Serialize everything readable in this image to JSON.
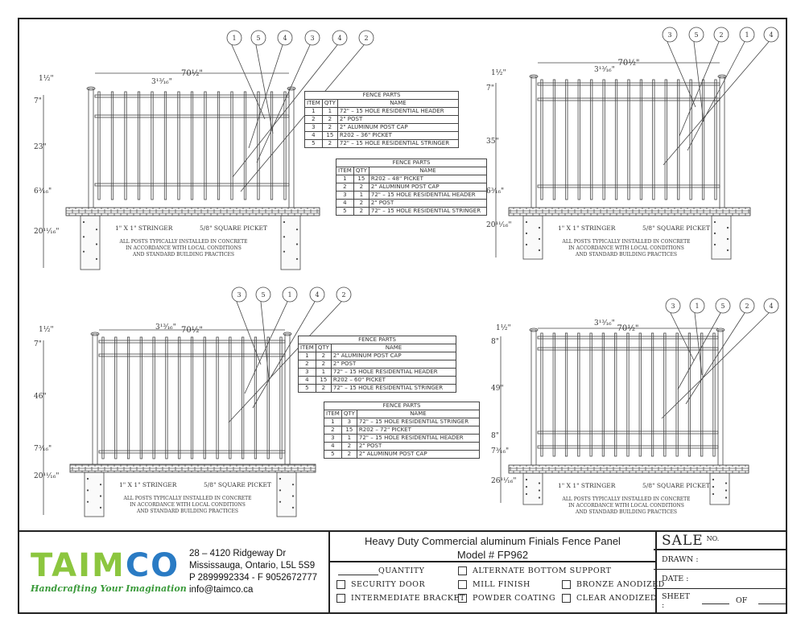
{
  "drawings": [
    {
      "id": "tl",
      "balloons": [
        "1",
        "5",
        "4",
        "3",
        "4",
        "2"
      ],
      "width_dim": "70½\"",
      "spacing_dim": "3¹³⁄₁₆\"",
      "post_dim": "1½\"",
      "heights": [
        "7\"",
        "23\"",
        "6³⁄₁₆\"",
        "20¹¹⁄₁₆\""
      ],
      "stringer_note": "1\" X 1\" STRINGER",
      "picket_note": "5/8\" SQUARE PICKET",
      "concrete_note": [
        "ALL POSTS TYPICALLY INSTALLED IN CONCRETE",
        "IN ACCORDANCE WITH LOCAL CONDITIONS",
        "AND STANDARD BUILDING PRACTICES"
      ]
    },
    {
      "id": "tr",
      "balloons": [
        "3",
        "5",
        "2",
        "1",
        "4"
      ],
      "width_dim": "70½\"",
      "spacing_dim": "3¹³⁄₁₆\"",
      "post_dim": "1½\"",
      "heights": [
        "7\"",
        "35\"",
        "6³⁄₁₆\"",
        "20¹¹⁄₁₆\""
      ],
      "stringer_note": "1\" X 1\" STRINGER",
      "picket_note": "5/8\" SQUARE PICKET",
      "concrete_note": [
        "ALL POSTS TYPICALLY INSTALLED IN CONCRETE",
        "IN ACCORDANCE WITH LOCAL CONDITIONS",
        "AND STANDARD BUILDING PRACTICES"
      ]
    },
    {
      "id": "bl",
      "balloons": [
        "3",
        "5",
        "1",
        "4",
        "2"
      ],
      "width_dim": "70½\"",
      "spacing_dim": "3¹³⁄₁₆\"",
      "post_dim": "1½\"",
      "heights": [
        "7\"",
        "46\"",
        "7³⁄₁₆\"",
        "20¹¹⁄₁₆\""
      ],
      "stringer_note": "1\" X 1\" STRINGER",
      "picket_note": "5/8\" SQUARE PICKET",
      "concrete_note": [
        "ALL POSTS TYPICALLY INSTALLED IN CONCRETE",
        "IN ACCORDANCE WITH LOCAL CONDITIONS",
        "AND STANDARD BUILDING PRACTICES"
      ]
    },
    {
      "id": "br",
      "balloons": [
        "3",
        "1",
        "5",
        "2",
        "4"
      ],
      "width_dim": "70½\"",
      "spacing_dim": "3¹³⁄₁₆\"",
      "post_dim": "1½\"",
      "heights": [
        "8\"",
        "49\"",
        "8\"",
        "7³⁄₁₆\"",
        "26¹¹⁄₁₆\""
      ],
      "stringer_note": "1\" X 1\" STRINGER",
      "picket_note": "5/8\" SQUARE PICKET",
      "concrete_note": [
        "ALL POSTS TYPICALLY INSTALLED IN CONCRETE",
        "IN ACCORDANCE WITH LOCAL CONDITIONS",
        "AND STANDARD BUILDING PRACTICES"
      ]
    }
  ],
  "tables": [
    {
      "caption": "FENCE PARTS",
      "headers": [
        "ITEM",
        "QTY",
        "NAME"
      ],
      "rows": [
        [
          "1",
          "1",
          "72\" – 15 HOLE RESIDENTIAL HEADER"
        ],
        [
          "2",
          "2",
          "2\" POST"
        ],
        [
          "3",
          "2",
          "2\" ALUMINUM POST CAP"
        ],
        [
          "4",
          "15",
          "R202 – 36\" PICKET"
        ],
        [
          "5",
          "2",
          "72\" – 15 HOLE RESIDENTIAL STRINGER"
        ]
      ]
    },
    {
      "caption": "FENCE PARTS",
      "headers": [
        "ITEM",
        "QTY",
        "NAME"
      ],
      "rows": [
        [
          "1",
          "15",
          "R202 – 48\" PICKET"
        ],
        [
          "2",
          "2",
          "2\" ALUMINUM POST CAP"
        ],
        [
          "3",
          "1",
          "72\" – 15 HOLE RESIDENTIAL HEADER"
        ],
        [
          "4",
          "2",
          "2\" POST"
        ],
        [
          "5",
          "2",
          "72\" – 15 HOLE RESIDENTIAL STRINGER"
        ]
      ]
    },
    {
      "caption": "FENCE PARTS",
      "headers": [
        "ITEM",
        "QTY",
        "NAME"
      ],
      "rows": [
        [
          "1",
          "2",
          "2\" ALUMINUM POST CAP"
        ],
        [
          "2",
          "2",
          "2\" POST"
        ],
        [
          "3",
          "1",
          "72\" – 15 HOLE RESIDENTIAL HEADER"
        ],
        [
          "4",
          "15",
          "R202 – 60\" PICKET"
        ],
        [
          "5",
          "2",
          "72\" – 15 HOLE RESIDENTIAL STRINGER"
        ]
      ]
    },
    {
      "caption": "FENCE PARTS",
      "headers": [
        "ITEM",
        "QTY",
        "NAME"
      ],
      "rows": [
        [
          "1",
          "3",
          "72\" – 15 HOLE RESIDENTIAL STRINGER"
        ],
        [
          "2",
          "15",
          "R202 – 72\" PICKET"
        ],
        [
          "3",
          "1",
          "72\" – 15 HOLE RESIDENTIAL HEADER"
        ],
        [
          "4",
          "2",
          "2\" POST"
        ],
        [
          "5",
          "2",
          "2\" ALUMINUM POST CAP"
        ]
      ]
    }
  ],
  "title_block": {
    "logo": {
      "part1": "TAIM",
      "part2": "CO",
      "tagline": "Handcrafting Your Imagination",
      "green": "#8cc63f",
      "blue": "#2a7bc4"
    },
    "address": [
      "28 – 4120 Ridgeway Dr",
      "Mississauga, Ontario, L5L 5S9",
      "P 2899992334 - F 9052672777",
      "info@taimco.ca"
    ],
    "title_line1": "Heavy Duty Commercial aluminum Finials Fence Panel",
    "title_line2": "Model # FP962",
    "quantity_label": "QUANTITY",
    "options": [
      "SECURITY DOOR",
      "INTERMEDIATE BRACKET",
      "ALTERNATE BOTTOM SUPPORT",
      "MILL FINISH",
      "POWDER COATING",
      "BRONZE ANODIZED",
      "CLEAR ANODIZED"
    ],
    "sale_label": "SALE",
    "sale_no": "NO.",
    "drawn_label": "DRAWN :",
    "date_label": "DATE :",
    "sheet_label": "SHEET :",
    "of_label": "OF"
  }
}
